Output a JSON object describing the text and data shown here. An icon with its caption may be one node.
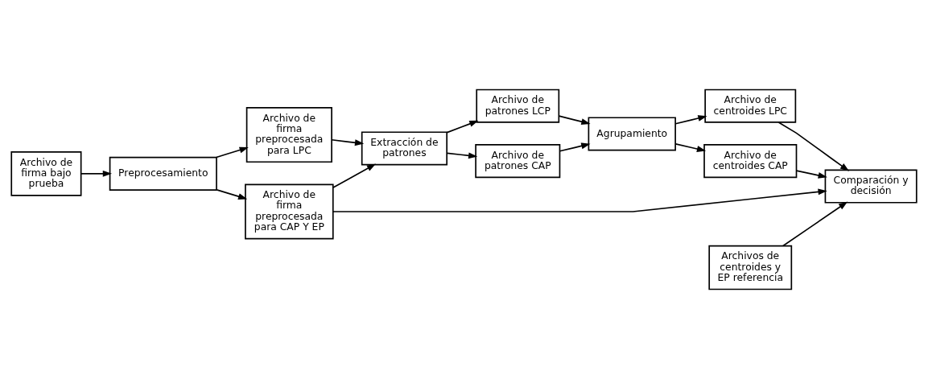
{
  "diagram": {
    "nodes": [
      {
        "text": [
          "Archivo de firma bajo prueba"
        ]
      },
      {
        "text": [
          "Preprocesamiento"
        ]
      },
      {
        "text": [
          "Archivo de firma preprocesada para LPC"
        ]
      },
      {
        "text": [
          "Archivo de firma preprocesada para CAP Y EP"
        ]
      },
      {
        "text": [
          "Extracción de patrones"
        ]
      },
      {
        "text": [
          "Archivo de patrones LCP"
        ]
      },
      {
        "text": [
          "Archivo de patrones CAP"
        ]
      },
      {
        "text": [
          "Agrupamiento"
        ]
      },
      {
        "text": [
          "Archivo de centroides LPC"
        ]
      },
      {
        "text": [
          "Archivo de centroides CAP"
        ]
      },
      {
        "text": [
          "Comparación y decisión"
        ]
      },
      {
        "text": [
          "Archivos de centroides y EP referencia"
        ]
      }
    ],
    "edges": [
      {
        "from": 0,
        "to": 1,
        "arrow": "to"
      },
      {
        "from": 1,
        "to": 2,
        "arrow": "to"
      },
      {
        "from": 1,
        "to": 3,
        "arrow": "to"
      },
      {
        "from": 2,
        "to": 4,
        "arrow": "to"
      },
      {
        "from": 3,
        "to": 4,
        "arrow": "to"
      },
      {
        "from": 3,
        "to": 10,
        "arrow": "to"
      },
      {
        "from": 4,
        "to": 5,
        "arrow": "to"
      },
      {
        "from": 4,
        "to": 6,
        "arrow": "to"
      },
      {
        "from": 5,
        "to": 7,
        "arrow": "to"
      },
      {
        "from": 6,
        "to": 7,
        "arrow": "to"
      },
      {
        "from": 7,
        "to": 8,
        "arrow": "to"
      },
      {
        "from": 7,
        "to": 9,
        "arrow": "to"
      },
      {
        "from": 8,
        "to": 10,
        "arrow": "to"
      },
      {
        "from": 9,
        "to": 10,
        "arrow": "to"
      },
      {
        "from": 11,
        "to": 10,
        "arrow": "to"
      }
    ]
  }
}
